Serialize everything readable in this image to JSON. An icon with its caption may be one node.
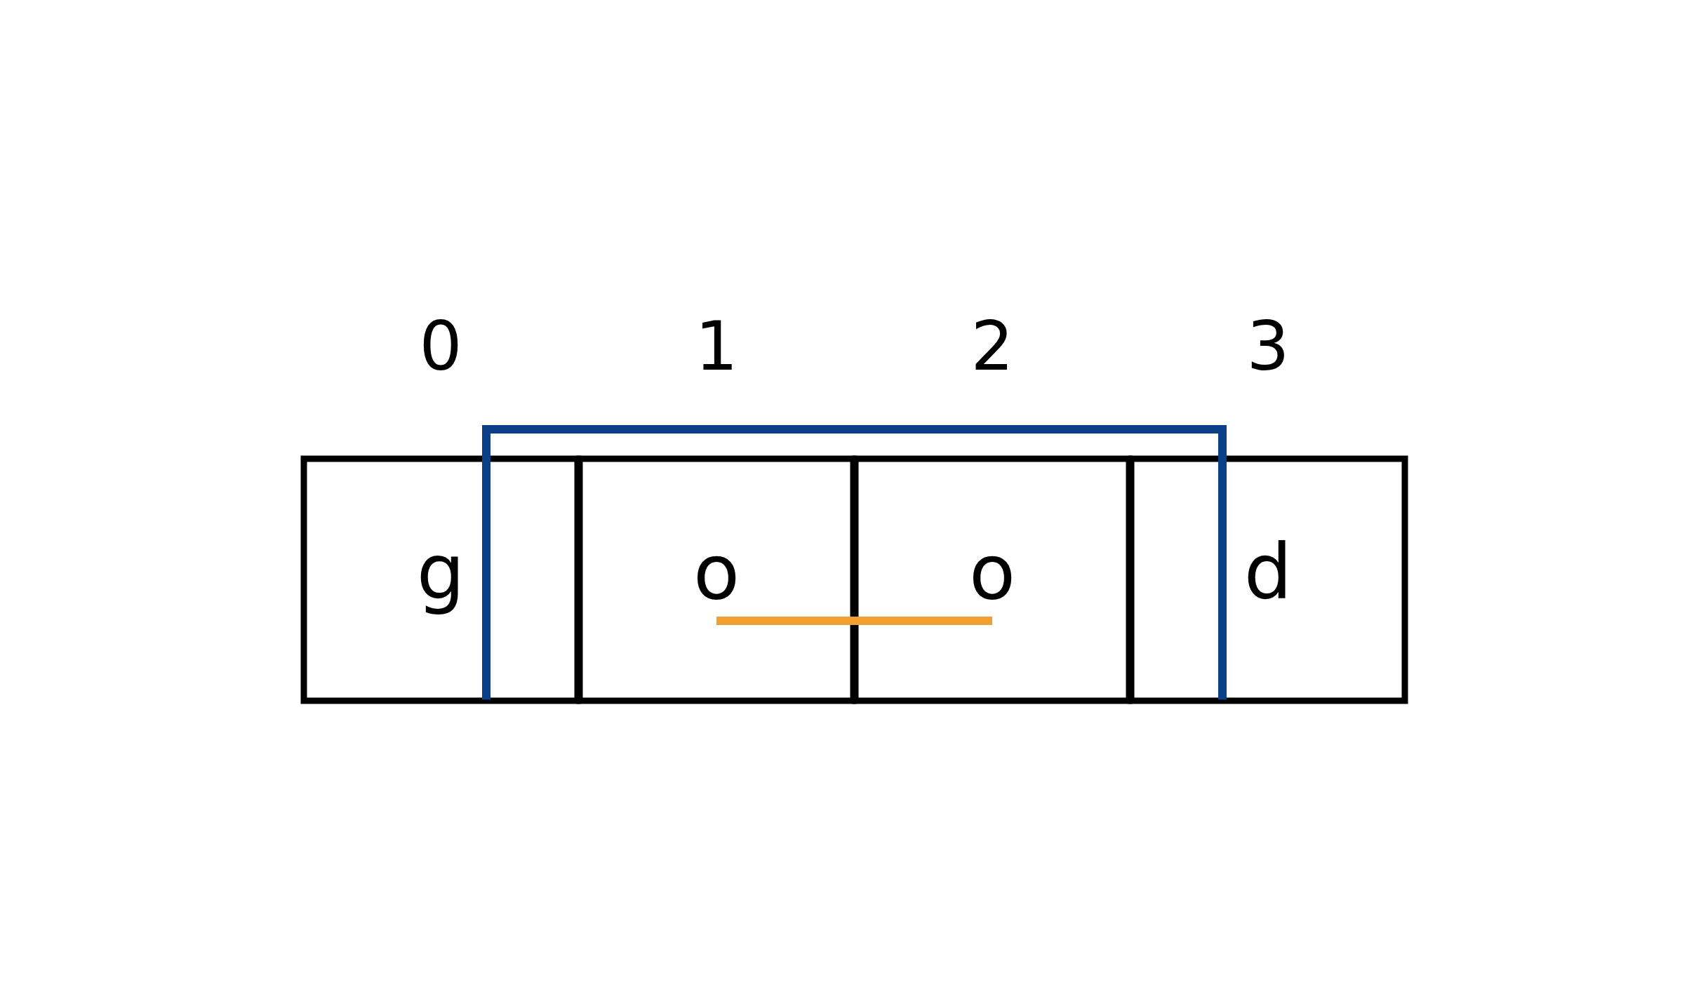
{
  "diagram": {
    "nodes": [
      {
        "text": [
          "g"
        ]
      },
      {
        "text": [
          "o"
        ]
      },
      {
        "text": [
          "o"
        ]
      },
      {
        "text": [
          "d"
        ]
      }
    ],
    "edges": [
      {
        "from": 0,
        "to": 3,
        "arrow": "none",
        "color": "#0b3f87"
      },
      {
        "from": 1,
        "to": 2,
        "arrow": "none",
        "color": "#f0a030"
      }
    ],
    "labels": [
      "0",
      "1",
      "2",
      "3"
    ]
  }
}
